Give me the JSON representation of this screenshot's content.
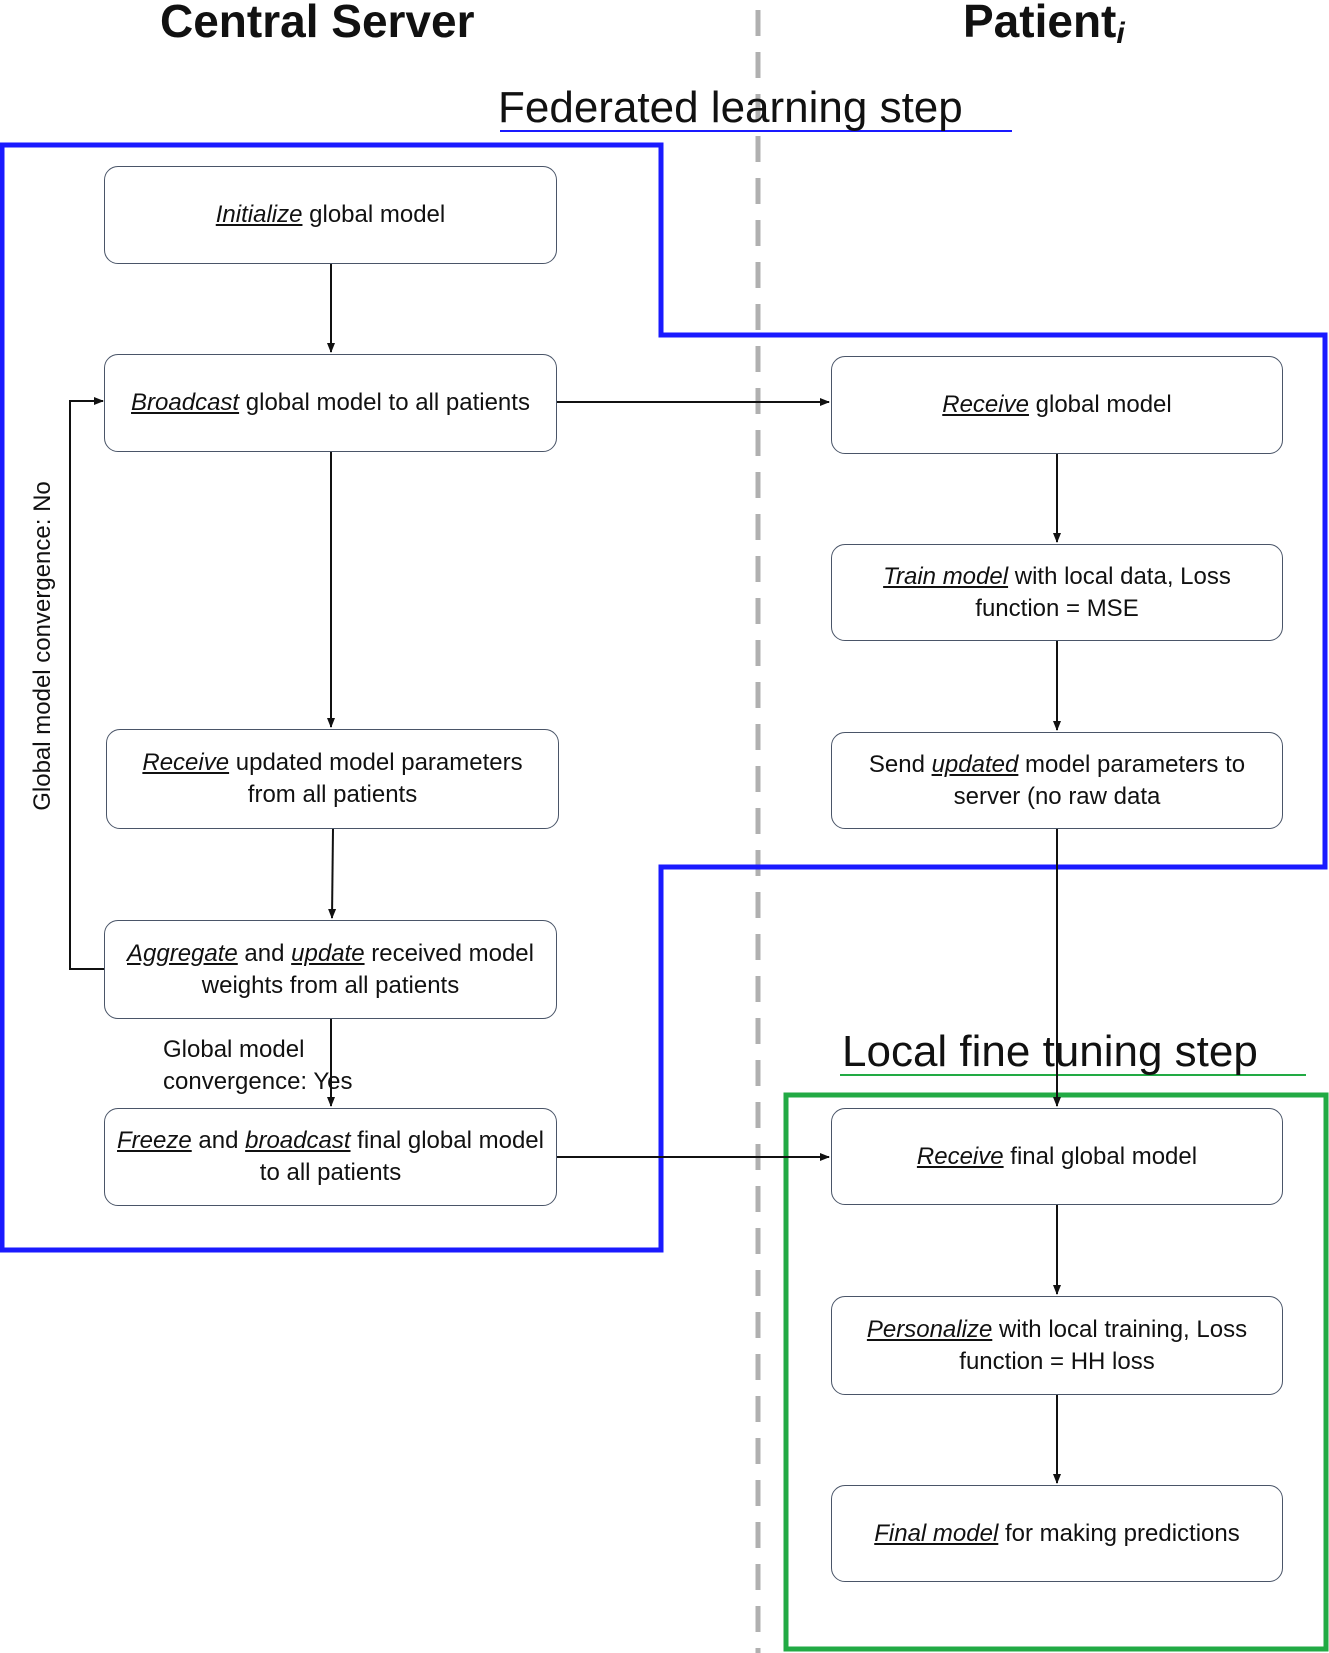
{
  "columns": {
    "server": "Central Server",
    "patient": "Patient",
    "patient_subscript": "i"
  },
  "steps": {
    "federated": "Federated learning step",
    "local": "Local fine tuning step"
  },
  "server_boxes": {
    "initialize": {
      "em": "Initialize",
      "text": " global model"
    },
    "broadcast": {
      "em": "Broadcast",
      "text": " global model to all patients"
    },
    "receive": {
      "em": "Receive",
      "text": " updated model parameters from all patients"
    },
    "aggregate": {
      "em1": "Aggregate",
      "mid": " and ",
      "em2": "update",
      "text": " received model weights from all patients"
    },
    "freeze": {
      "em1": "Freeze",
      "mid": " and ",
      "em2": "broadcast",
      "text": " final global model to all patients"
    }
  },
  "patient_boxes": {
    "receive_global": {
      "em": "Receive",
      "text": " global model"
    },
    "train": {
      "em": "Train model",
      "text": " with local data, Loss function = MSE"
    },
    "send": {
      "pre": "Send ",
      "em": "updated",
      "text": " model parameters to server (no raw data"
    },
    "receive_final": {
      "em": "Receive",
      "text": " final global model"
    },
    "personalize": {
      "em": "Personalize",
      "text": " with local training, Loss function = HH loss"
    },
    "final": {
      "em": "Final model",
      "text": " for making predictions"
    }
  },
  "labels": {
    "convergence_no": "Global model convergence: No",
    "convergence_yes": "Global model convergence: Yes"
  },
  "colors": {
    "federated_frame": "#1a1aff",
    "local_frame": "#22aa44",
    "divider": "#b0b0b0",
    "arrow": "#111111",
    "box_border": "#4a5568"
  }
}
